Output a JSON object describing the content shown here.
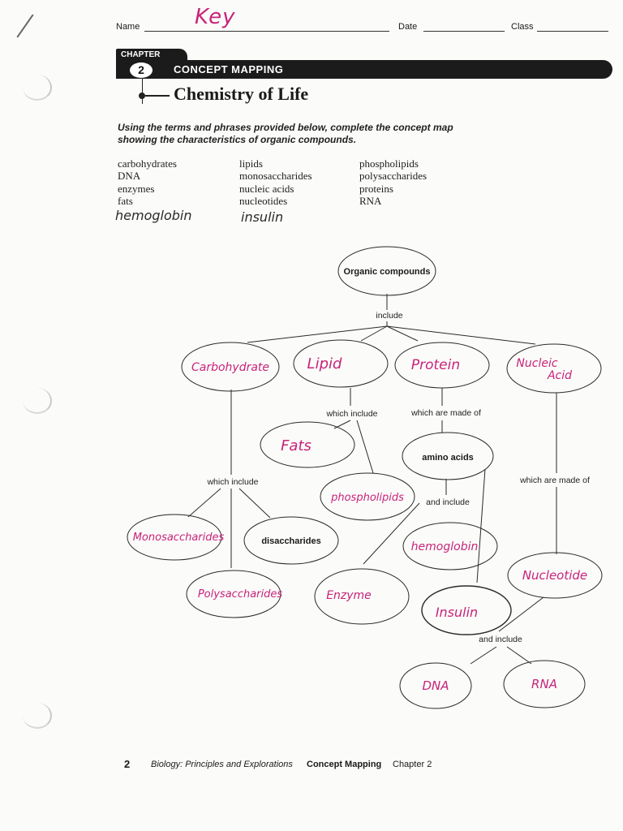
{
  "header": {
    "name_label": "Name",
    "name_value": "Key",
    "date_label": "Date",
    "class_label": "Class"
  },
  "chapter": {
    "tab_label": "CHAPTER",
    "number": "2",
    "section": "CONCEPT MAPPING",
    "title": "Chemistry of Life"
  },
  "instructions": "Using the terms and phrases provided below, complete the concept map showing the characteristics of organic compounds.",
  "terms": {
    "col1": [
      "carbohydrates",
      "DNA",
      "enzymes",
      "fats"
    ],
    "col2": [
      "lipids",
      "monosaccharides",
      "nucleic acids",
      "nucleotides"
    ],
    "col3": [
      "phospholipids",
      "polysaccharides",
      "proteins",
      "RNA"
    ],
    "handwritten": [
      "hemoglobin",
      "insulin"
    ]
  },
  "map": {
    "root": "Organic compounds",
    "link_include": "include",
    "carbohydrate": "Carbohydrate",
    "lipid": "Lipid",
    "protein": "Protein",
    "nucleic_line1": "Nucleic",
    "nucleic_line2": "Acid",
    "link_which_include_lipid": "which include",
    "link_which_are_made_of_protein": "which are made of",
    "fats": "Fats",
    "amino_acids": "amino acids",
    "link_which_include_carb": "which include",
    "link_which_are_made_of_nucleic": "which are made of",
    "phospholipids": "phospholipids",
    "link_and_include_protein": "and include",
    "monosaccharides": "Monosaccharides",
    "disaccharides": "disaccharides",
    "hemoglobin": "hemoglobin",
    "nucleotide": "Nucleotide",
    "polysaccharides": "Polysaccharides",
    "enzyme": "Enzyme",
    "insulin": "Insulin",
    "link_and_include_nucleotide": "and include",
    "dna": "DNA",
    "rna": "RNA"
  },
  "footer": {
    "page_number": "2",
    "book": "Biology: Principles and Explorations",
    "section": "Concept Mapping",
    "chapter": "Chapter 2"
  },
  "colors": {
    "ink": "#c8237a",
    "band": "#1b1b1b"
  }
}
